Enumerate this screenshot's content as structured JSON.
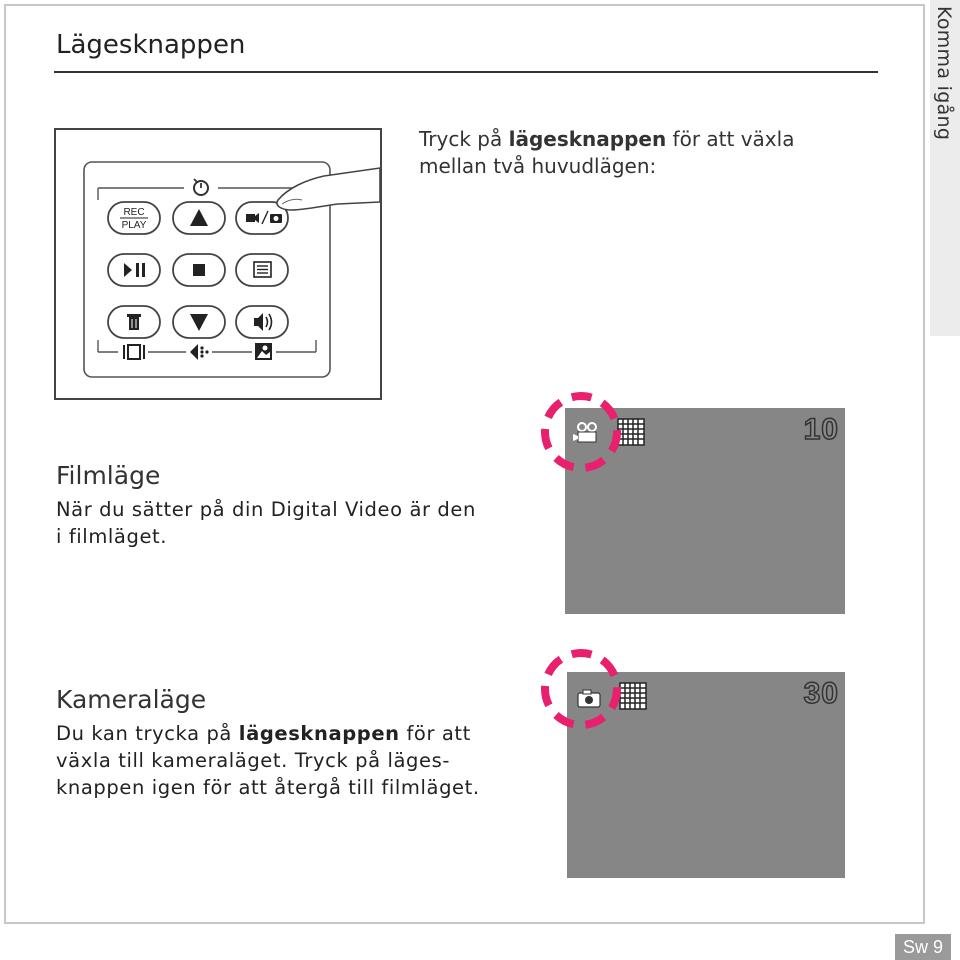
{
  "side_tab": {
    "label": "Komma igång"
  },
  "page": {
    "title": "Lägesknappen",
    "number": "Sw 9"
  },
  "intro": {
    "line1_prefix": "Tryck på ",
    "line1_bold": "lägesknappen",
    "line1_suffix": " för att växla",
    "line2": "mellan två huvudlägen:"
  },
  "remote": {
    "labels": {
      "rec": "REC",
      "play": "PLAY"
    },
    "buttons": [
      "rec-play",
      "up",
      "mode",
      "play-pause",
      "stop",
      "menu",
      "delete",
      "down",
      "volume"
    ],
    "bottom_icons": [
      "tv-out",
      "usb",
      "photo"
    ]
  },
  "film_mode": {
    "heading": "Filmläge",
    "body_line1": "När du sätter på din Digital Video är den",
    "body_line2": "i filmläget.",
    "screen_count": "10",
    "screen_icon": "video-camera-icon"
  },
  "camera_mode": {
    "heading": "Kameraläge",
    "body_line1_prefix": "Du kan trycka på ",
    "body_line1_bold": "lägesknappen",
    "body_line1_suffix": " för att",
    "body_line2": "växla till kameraläget. Tryck på läges-",
    "body_line3": "knappen igen för att återgå till filmläget.",
    "screen_count": "30",
    "screen_icon": "photo-camera-icon"
  },
  "colors": {
    "highlight": "#e8206e",
    "screen": "#868686",
    "tab": "#ececec"
  }
}
